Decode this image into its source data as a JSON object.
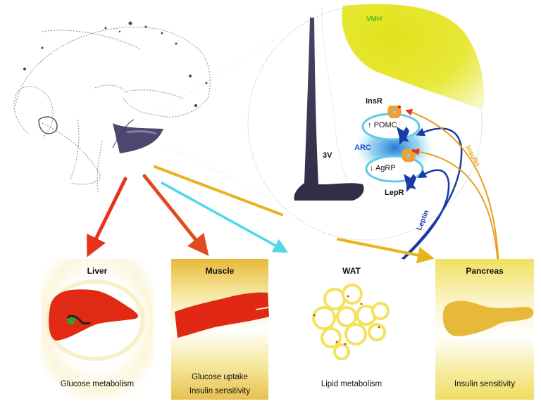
{
  "figure": {
    "type": "schematic diagram",
    "subject": "Brain (hypothalamus) control of peripheral metabolism via insulin and leptin"
  },
  "hypothalamus_inset": {
    "labels": {
      "vmh": "VMH",
      "third_ventricle": "3V",
      "arc": "ARC",
      "insulin_receptor": "InsR",
      "leptin_receptor": "LepR",
      "pomc": "POMC",
      "agrp": "AgRP",
      "pomc_arrow": "↑",
      "agrp_arrow": "↓"
    },
    "signals": {
      "insulin": "Insulin",
      "leptin": "Leptin"
    }
  },
  "organs": [
    {
      "title": "Liver",
      "caption_lines": [
        "Glucose metabolism"
      ],
      "arrow_color": "#e8321e"
    },
    {
      "title": "Muscle",
      "caption_lines": [
        "Glucose uptake",
        "Insulin sensitivity"
      ],
      "arrow_color": "#e0461c"
    },
    {
      "title": "WAT",
      "caption_lines": [
        "Lipid metabolism"
      ],
      "arrow_color": "#4fd8e8"
    },
    {
      "title": "Pancreas",
      "caption_lines": [
        "Insulin sensitivity"
      ],
      "arrow_color": "#e8b41e"
    }
  ],
  "colors": {
    "vmh_fill": "#e6e62a",
    "vmh_text": "#22aa22",
    "arc_blue": "#1f6fd6",
    "cell_outline": "#5fcbe6",
    "leptin_blue": "#1a3aa8",
    "insulin_orange": "#e8a01e",
    "insulin_arrowhead": "#e8321e",
    "ventricle": "#2a2440",
    "liver_red": "#e02a14",
    "muscle_red": "#e02814",
    "pancreas_yellow": "#e8b83a",
    "wat_yellow": "#f2e35a"
  }
}
